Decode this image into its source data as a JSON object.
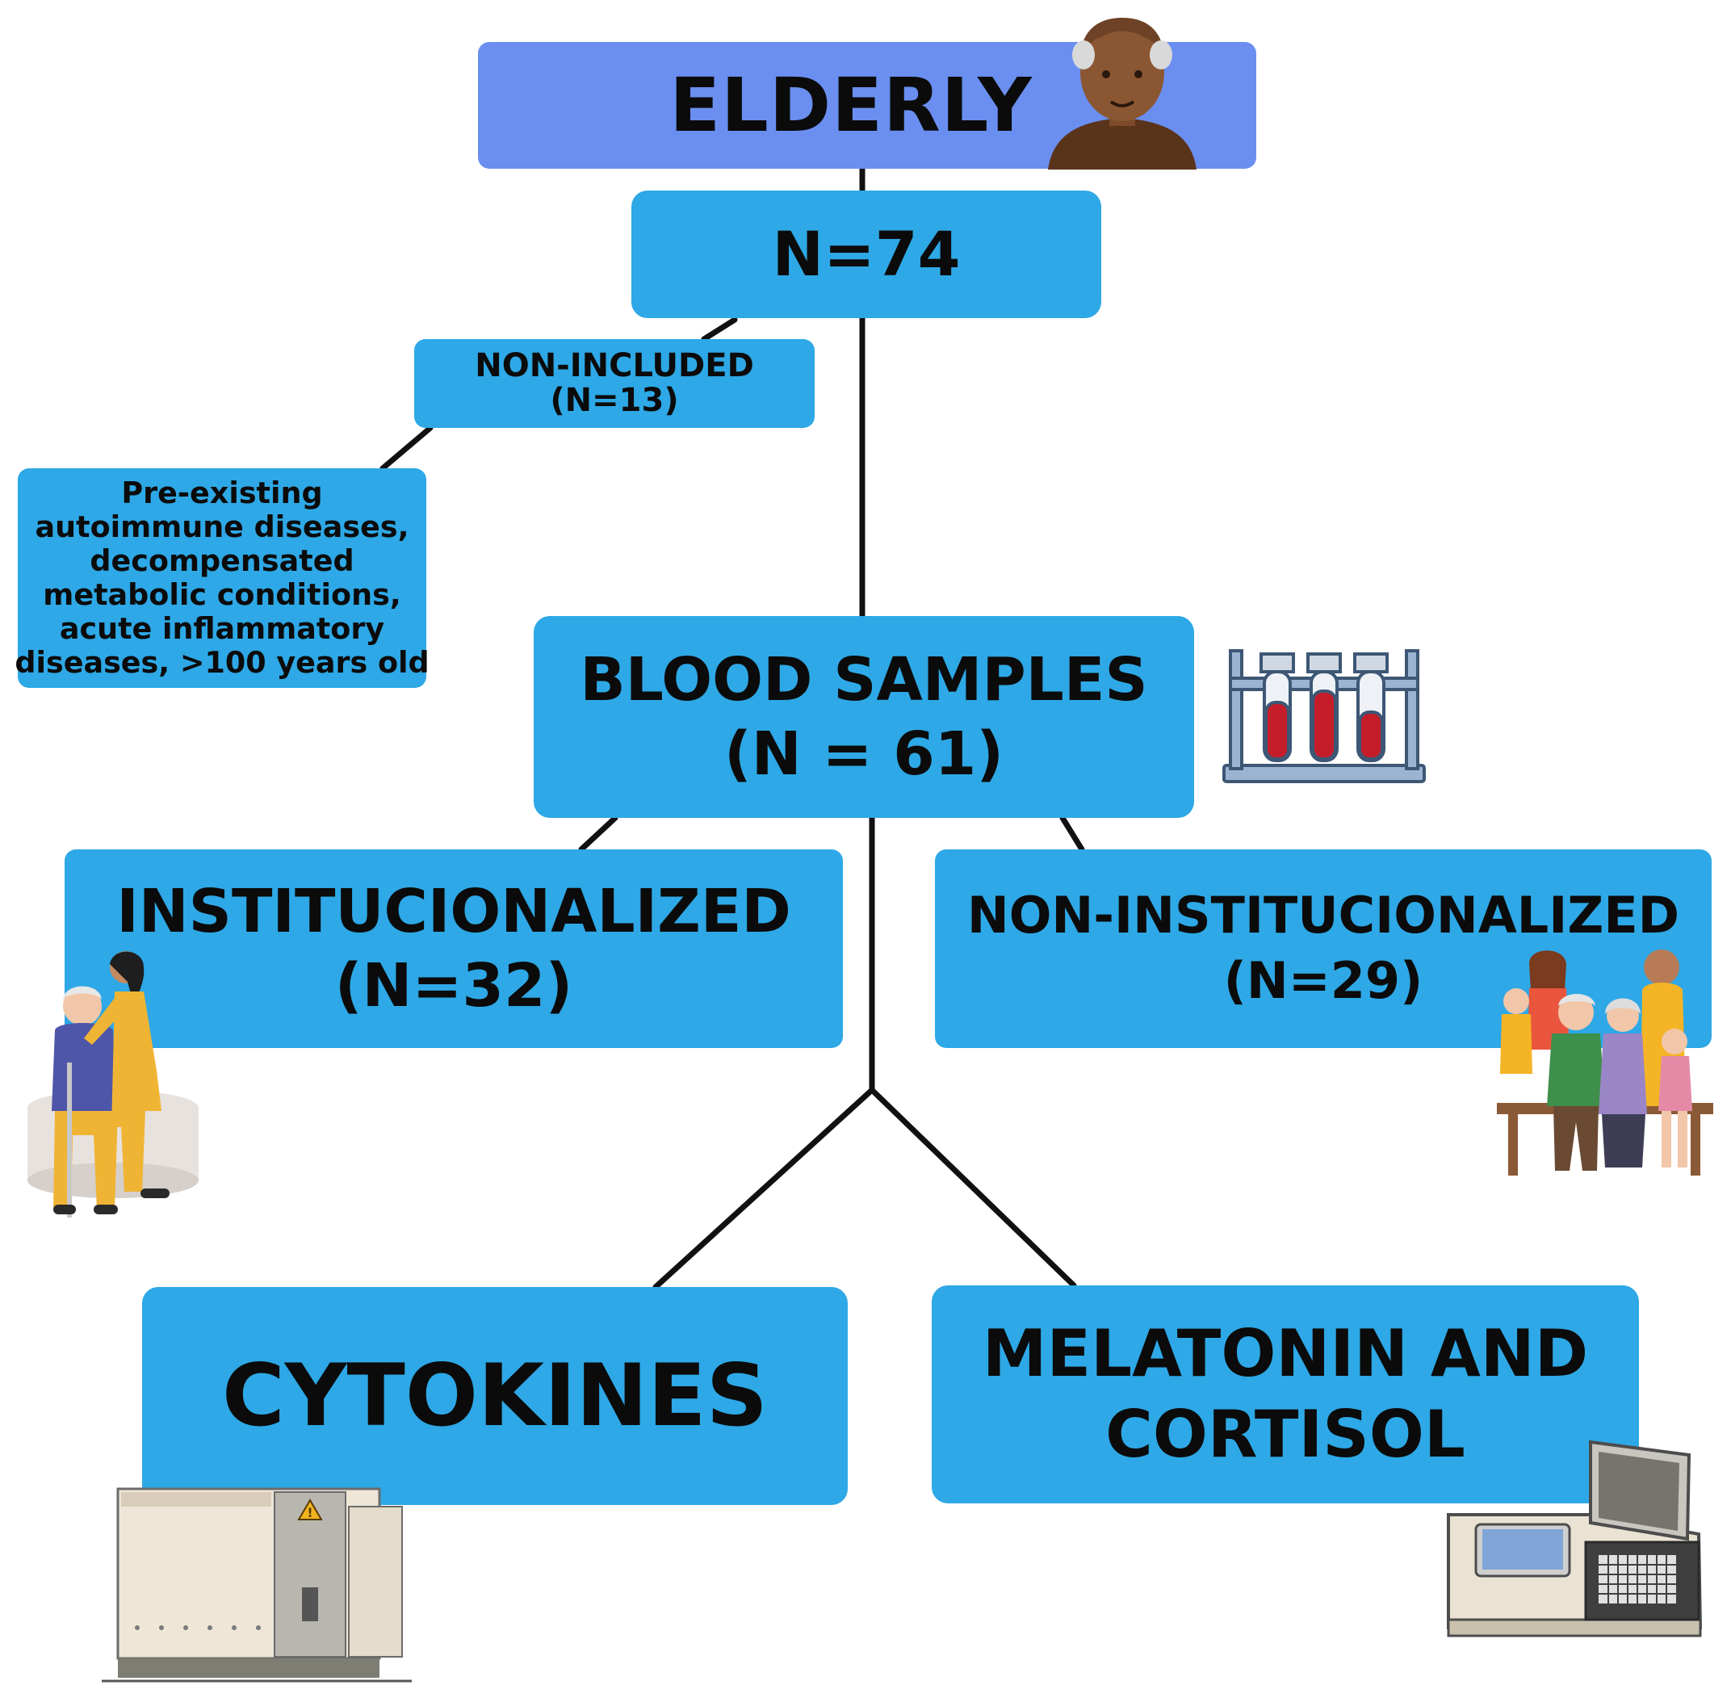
{
  "nodes": {
    "elderly": {
      "lines": [
        "ELDERLY"
      ]
    },
    "total": {
      "lines": [
        "N=74"
      ]
    },
    "non_included": {
      "lines": [
        "NON-INCLUDED",
        "(N=13)"
      ]
    },
    "exclusion_criteria": {
      "lines": [
        "Pre-existing",
        "autoimmune diseases,",
        "decompensated",
        "metabolic conditions,",
        "acute inflammatory",
        "diseases, >100 years old"
      ]
    },
    "blood_samples": {
      "lines": [
        "BLOOD SAMPLES",
        "(N = 61)"
      ]
    },
    "institutionalized": {
      "lines": [
        "INSTITUCIONALIZED",
        "(N=32)"
      ]
    },
    "non_institutionalized": {
      "lines": [
        "NON-INSTITUCIONALIZED",
        "(N=29)"
      ]
    },
    "cytokines": {
      "lines": [
        "CYTOKINES"
      ]
    },
    "melatonin_cortisol": {
      "lines": [
        "MELATONIN AND",
        "CORTISOL"
      ]
    }
  },
  "colors": {
    "box_blue": "#2ea8e6",
    "header_purple": "#6a8ff0",
    "line_black": "#111111",
    "text": "#0b0b0b"
  },
  "icons": [
    "elderly-man-icon",
    "blood-tubes-icon",
    "caregiver-elder-icon",
    "family-group-icon",
    "flow-cytometer-icon",
    "elisa-reader-icon"
  ]
}
